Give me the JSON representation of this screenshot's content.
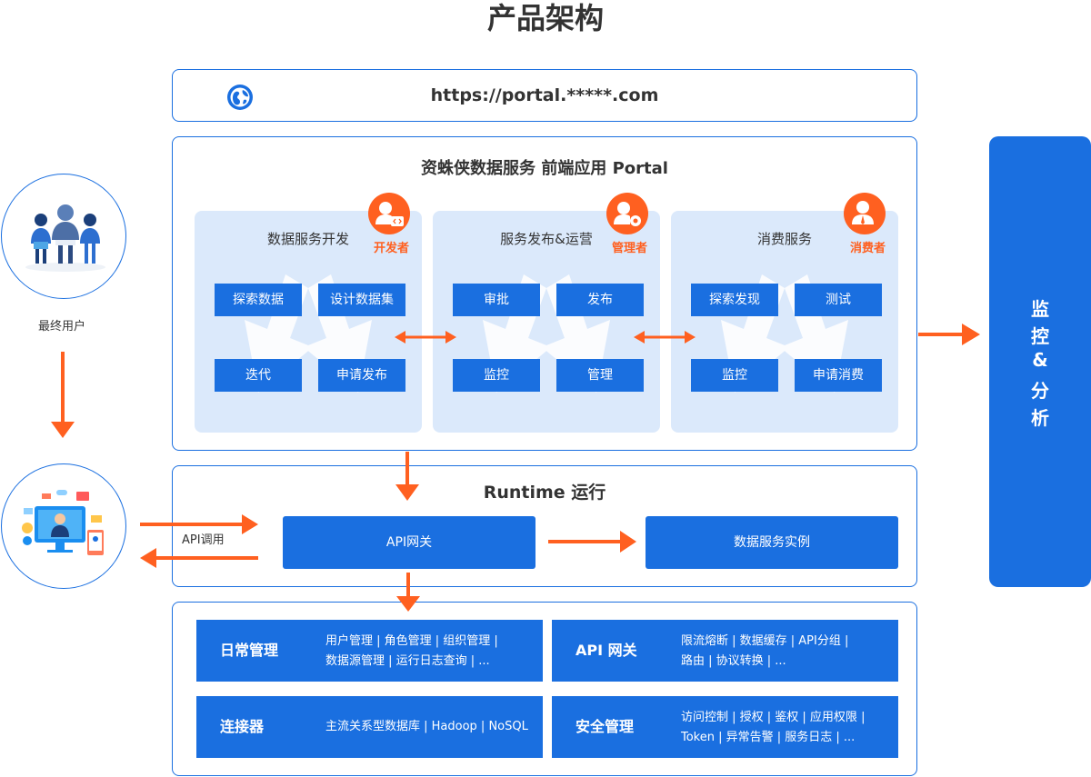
{
  "page_title": "产品架构",
  "url_bar": {
    "url": "https://portal.*****.com",
    "icon": "globe-icon"
  },
  "portal": {
    "title": "资蛛侠数据服务 前端应用 Portal",
    "sections": [
      {
        "title": "数据服务开发",
        "role": "开发者",
        "role_icon": "developer-icon",
        "items": [
          "探索数据",
          "设计数据集",
          "迭代",
          "申请发布"
        ]
      },
      {
        "title": "服务发布&运营",
        "role": "管理者",
        "role_icon": "admin-icon",
        "items": [
          "审批",
          "发布",
          "监控",
          "管理"
        ]
      },
      {
        "title": "消费服务",
        "role": "消费者",
        "role_icon": "consumer-icon",
        "items": [
          "探索发现",
          "测试",
          "监控",
          "申请消费"
        ]
      }
    ]
  },
  "monitor": {
    "lines": [
      "监",
      "控",
      "&",
      "分",
      "析"
    ]
  },
  "end_user": {
    "label": "最终用户"
  },
  "runtime": {
    "title": "Runtime 运行",
    "gateway": "API网关",
    "instance": "数据服务实例",
    "api_call": "API调用"
  },
  "bottom": {
    "cards": [
      {
        "title": "日常管理",
        "desc": [
          "用户管理 | 角色管理 | 组织管理 |",
          "数据源管理  | 运行日志查询 | ..."
        ]
      },
      {
        "title": "API 网关",
        "desc": [
          "限流熔断 | 数据缓存 | API分组 |",
          "路由 | 协议转换 | ..."
        ]
      },
      {
        "title": "连接器",
        "desc": [
          "主流关系型数据库 | Hadoop | NoSQL"
        ]
      },
      {
        "title": "安全管理",
        "desc": [
          "访问控制 | 授权 | 鉴权 | 应用权限 |",
          "Token | 异常告警 | 服务日志 | ..."
        ]
      }
    ]
  },
  "colors": {
    "primary": "#1a6fe0",
    "accent": "#ff6020",
    "light": "#dbe9fb"
  }
}
